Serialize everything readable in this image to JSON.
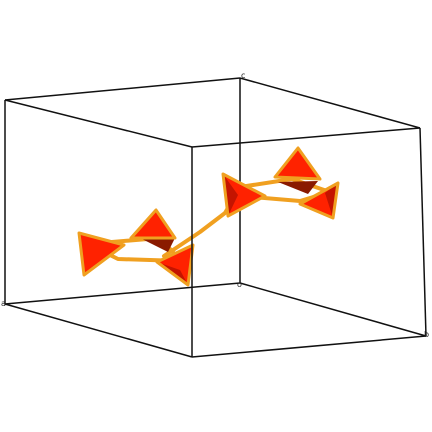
{
  "structure": {
    "cell_edge_color": "#111111",
    "tetrahedron_color": "#ff2200",
    "tetrahedron_shade_color": "#c41400",
    "tetrahedron_dark_face_color": "#8a1a00",
    "bond_color": "#f0a020",
    "bond_outline_color": "#b86a00",
    "tetrahedron_count": 6
  },
  "axes": {
    "origin_label": "o",
    "a_label": "a",
    "b_label": "b",
    "c_label": "c"
  }
}
